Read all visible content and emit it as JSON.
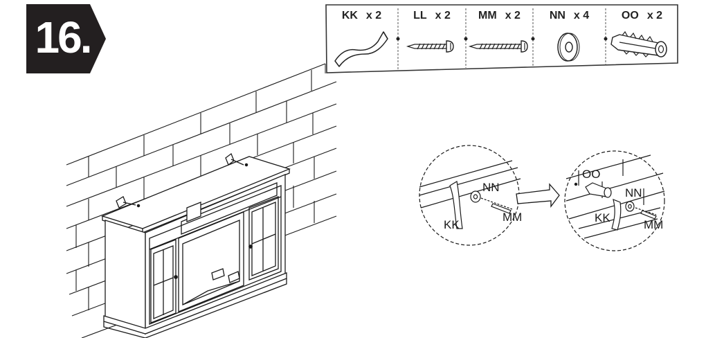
{
  "step": {
    "number": "16."
  },
  "parts": [
    {
      "code": "KK",
      "qty": "x 2",
      "icon": "strap-icon"
    },
    {
      "code": "LL",
      "qty": "x 2",
      "icon": "short-screw-icon"
    },
    {
      "code": "MM",
      "qty": "x 2",
      "icon": "long-screw-icon"
    },
    {
      "code": "NN",
      "qty": "x 4",
      "icon": "washer-icon"
    },
    {
      "code": "OO",
      "qty": "x 2",
      "icon": "wall-anchor-icon"
    }
  ],
  "detail_left": {
    "labels": [
      "NN",
      "KK",
      "MM"
    ]
  },
  "detail_right": {
    "labels": [
      "OO",
      "NN",
      "KK",
      "MM"
    ]
  },
  "colors": {
    "ink": "#1a1a1a",
    "badge": "#231f20",
    "paper": "#ffffff"
  }
}
